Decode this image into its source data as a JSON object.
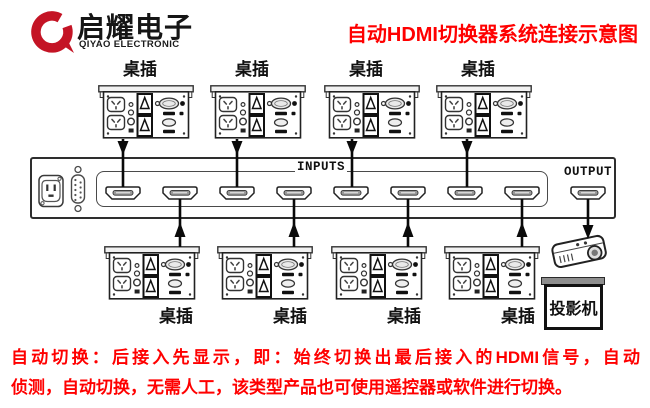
{
  "header": {
    "logo": {
      "name": "启耀电子",
      "subtitle": "QIYAO ELECTRONIC",
      "brand_color": "#c41425",
      "mark": "q-swoosh-logo"
    },
    "title": {
      "text": "自动HDMI切换器系统连接示意图",
      "color": "#ff0000"
    }
  },
  "diagram": {
    "top_sockets": [
      {
        "label": "桌插"
      },
      {
        "label": "桌插"
      },
      {
        "label": "桌插"
      },
      {
        "label": "桌插"
      }
    ],
    "bottom_sockets": [
      {
        "label": "桌插"
      },
      {
        "label": "桌插"
      },
      {
        "label": "桌插"
      },
      {
        "label": "桌插"
      }
    ],
    "switcher": {
      "inputs_label": "INPUTS",
      "output_label": "OUTPUT",
      "input_port_count": 8,
      "output_port_count": 1,
      "rear_connectors": [
        "power-inlet",
        "rs232-db9-port"
      ]
    },
    "projector": {
      "label": "投影机"
    }
  },
  "footer": {
    "color": "#ff0000",
    "lines": [
      "自动切换：后接入先显示，即：始终切换出最后接入的HDMI信号，自动",
      "侦测，自动切换，无需人工，该类型产品也可使用遥控器或软件进行切换。"
    ]
  }
}
